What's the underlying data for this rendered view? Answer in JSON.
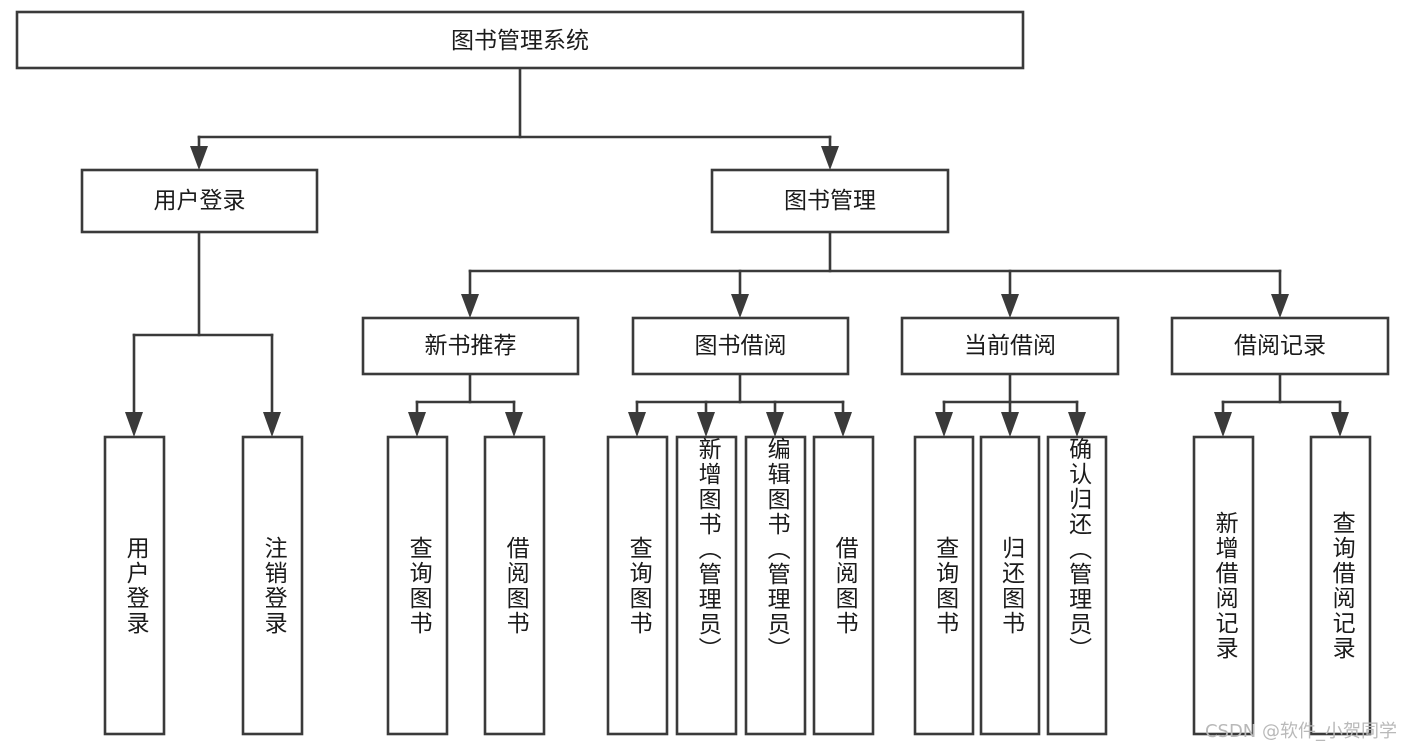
{
  "diagram": {
    "title": "图书管理系统",
    "type": "tree",
    "orientation": "top-down",
    "watermark": "CSDN @软件_小贺同学",
    "colors": {
      "box_stroke": "#3a3a3a",
      "box_fill": "#ffffff",
      "connector": "#3a3a3a",
      "text": "#1b1b1b",
      "background": "#ffffff",
      "watermark": "#b9b9b9"
    },
    "levels": {
      "root": {
        "id": "root",
        "label": "图书管理系统"
      },
      "level2": [
        {
          "id": "user-login",
          "label": "用户登录"
        },
        {
          "id": "book-management",
          "label": "图书管理"
        }
      ],
      "level3": [
        {
          "id": "new-book-recommend",
          "label": "新书推荐",
          "parent": "book-management"
        },
        {
          "id": "book-borrow",
          "label": "图书借阅",
          "parent": "book-management"
        },
        {
          "id": "current-borrow",
          "label": "当前借阅",
          "parent": "book-management"
        },
        {
          "id": "borrow-record",
          "label": "借阅记录",
          "parent": "book-management"
        }
      ],
      "leaves": [
        {
          "id": "leaf-user-login",
          "label": "用户登录",
          "parent": "user-login"
        },
        {
          "id": "leaf-logout-login",
          "label": "注销登录",
          "parent": "user-login"
        },
        {
          "id": "leaf-query-book-1",
          "label": "查询图书",
          "parent": "new-book-recommend"
        },
        {
          "id": "leaf-borrow-book-1",
          "label": "借阅图书",
          "parent": "new-book-recommend"
        },
        {
          "id": "leaf-query-book-2",
          "label": "查询图书",
          "parent": "book-borrow"
        },
        {
          "id": "leaf-add-book",
          "label": "新增图书（管理员）",
          "parent": "book-borrow"
        },
        {
          "id": "leaf-edit-book",
          "label": "编辑图书（管理员）",
          "parent": "book-borrow"
        },
        {
          "id": "leaf-borrow-book-2",
          "label": "借阅图书",
          "parent": "book-borrow"
        },
        {
          "id": "leaf-query-book-3",
          "label": "查询图书",
          "parent": "current-borrow"
        },
        {
          "id": "leaf-return-book",
          "label": "归还图书",
          "parent": "current-borrow"
        },
        {
          "id": "leaf-confirm-return",
          "label": "确认归还（管理员）",
          "parent": "current-borrow"
        },
        {
          "id": "leaf-add-record",
          "label": "新增借阅记录",
          "parent": "borrow-record"
        },
        {
          "id": "leaf-query-record",
          "label": "查询借阅记录",
          "parent": "borrow-record"
        }
      ]
    }
  },
  "chart_data": {
    "type": "tree",
    "title": "图书管理系统",
    "nodes": [
      {
        "id": "root",
        "label": "图书管理系统",
        "level": 0,
        "parent": null
      },
      {
        "id": "user-login",
        "label": "用户登录",
        "level": 1,
        "parent": "root"
      },
      {
        "id": "book-management",
        "label": "图书管理",
        "level": 1,
        "parent": "root"
      },
      {
        "id": "new-book-recommend",
        "label": "新书推荐",
        "level": 2,
        "parent": "book-management"
      },
      {
        "id": "book-borrow",
        "label": "图书借阅",
        "level": 2,
        "parent": "book-management"
      },
      {
        "id": "current-borrow",
        "label": "当前借阅",
        "level": 2,
        "parent": "book-management"
      },
      {
        "id": "borrow-record",
        "label": "借阅记录",
        "level": 2,
        "parent": "book-management"
      },
      {
        "id": "leaf-user-login",
        "label": "用户登录",
        "level": 2,
        "parent": "user-login"
      },
      {
        "id": "leaf-logout-login",
        "label": "注销登录",
        "level": 2,
        "parent": "user-login"
      },
      {
        "id": "leaf-query-book-1",
        "label": "查询图书",
        "level": 3,
        "parent": "new-book-recommend"
      },
      {
        "id": "leaf-borrow-book-1",
        "label": "借阅图书",
        "level": 3,
        "parent": "new-book-recommend"
      },
      {
        "id": "leaf-query-book-2",
        "label": "查询图书",
        "level": 3,
        "parent": "book-borrow"
      },
      {
        "id": "leaf-add-book",
        "label": "新增图书（管理员）",
        "level": 3,
        "parent": "book-borrow"
      },
      {
        "id": "leaf-edit-book",
        "label": "编辑图书（管理员）",
        "level": 3,
        "parent": "book-borrow"
      },
      {
        "id": "leaf-borrow-book-2",
        "label": "借阅图书",
        "level": 3,
        "parent": "book-borrow"
      },
      {
        "id": "leaf-query-book-3",
        "label": "查询图书",
        "level": 3,
        "parent": "current-borrow"
      },
      {
        "id": "leaf-return-book",
        "label": "归还图书",
        "level": 3,
        "parent": "current-borrow"
      },
      {
        "id": "leaf-confirm-return",
        "label": "确认归还（管理员）",
        "level": 3,
        "parent": "current-borrow"
      },
      {
        "id": "leaf-add-record",
        "label": "新增借阅记录",
        "level": 3,
        "parent": "borrow-record"
      },
      {
        "id": "leaf-query-record",
        "label": "查询借阅记录",
        "level": 3,
        "parent": "borrow-record"
      }
    ],
    "edges": [
      {
        "from": "root",
        "to": "user-login"
      },
      {
        "from": "root",
        "to": "book-management"
      },
      {
        "from": "user-login",
        "to": "leaf-user-login"
      },
      {
        "from": "user-login",
        "to": "leaf-logout-login"
      },
      {
        "from": "book-management",
        "to": "new-book-recommend"
      },
      {
        "from": "book-management",
        "to": "book-borrow"
      },
      {
        "from": "book-management",
        "to": "current-borrow"
      },
      {
        "from": "book-management",
        "to": "borrow-record"
      },
      {
        "from": "new-book-recommend",
        "to": "leaf-query-book-1"
      },
      {
        "from": "new-book-recommend",
        "to": "leaf-borrow-book-1"
      },
      {
        "from": "book-borrow",
        "to": "leaf-query-book-2"
      },
      {
        "from": "book-borrow",
        "to": "leaf-add-book"
      },
      {
        "from": "book-borrow",
        "to": "leaf-edit-book"
      },
      {
        "from": "book-borrow",
        "to": "leaf-borrow-book-2"
      },
      {
        "from": "current-borrow",
        "to": "leaf-query-book-3"
      },
      {
        "from": "current-borrow",
        "to": "leaf-return-book"
      },
      {
        "from": "current-borrow",
        "to": "leaf-confirm-return"
      },
      {
        "from": "borrow-record",
        "to": "leaf-add-record"
      },
      {
        "from": "borrow-record",
        "to": "leaf-query-record"
      }
    ]
  }
}
